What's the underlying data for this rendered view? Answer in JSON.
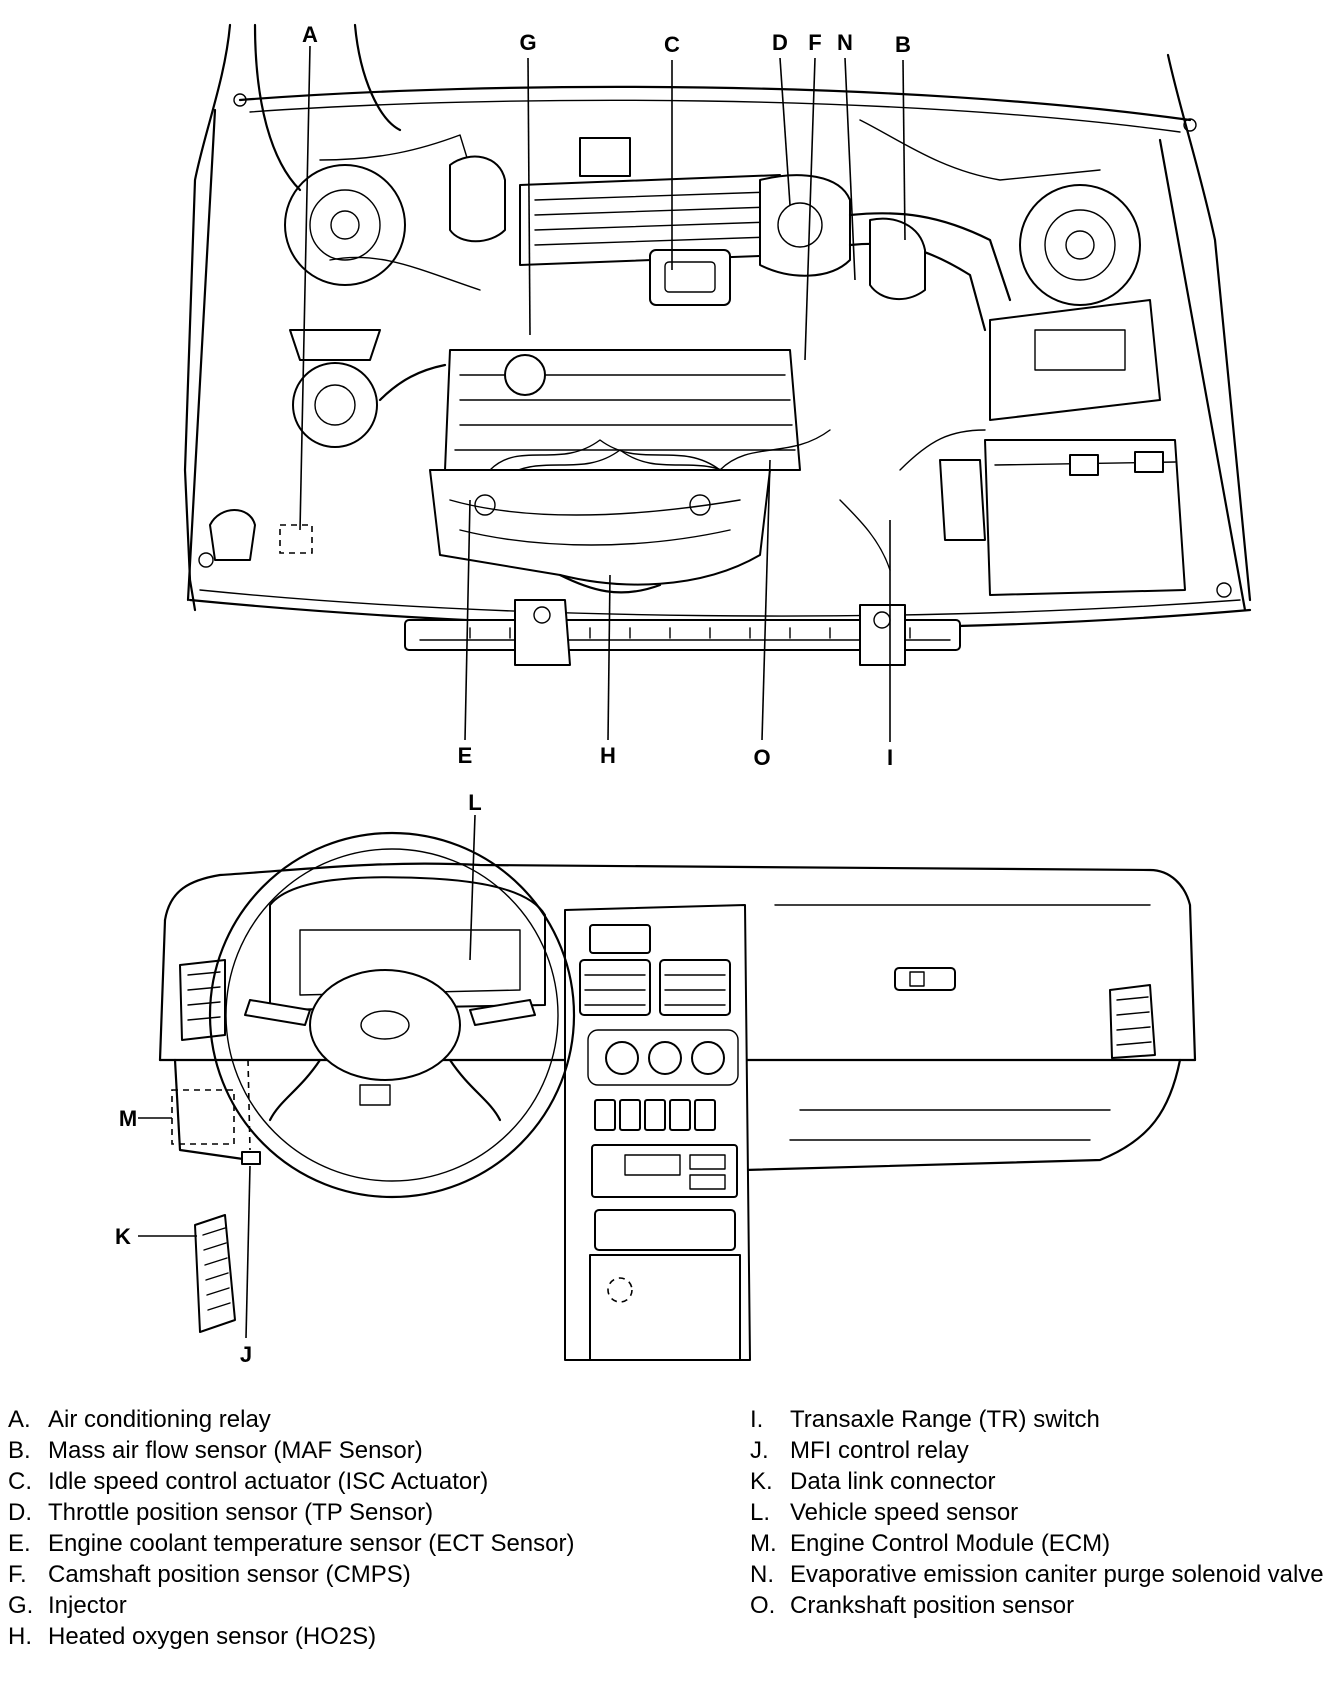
{
  "callouts": {
    "A": "A",
    "B": "B",
    "C": "C",
    "D": "D",
    "E": "E",
    "F": "F",
    "G": "G",
    "H": "H",
    "I": "I",
    "J": "J",
    "K": "K",
    "L": "L",
    "M": "M",
    "N": "N",
    "O": "O"
  },
  "legend": {
    "left": [
      {
        "key": "A.",
        "text": "Air conditioning relay"
      },
      {
        "key": "B.",
        "text": "Mass air flow sensor (MAF Sensor)"
      },
      {
        "key": "C.",
        "text": "Idle speed control actuator (ISC Actuator)"
      },
      {
        "key": "D.",
        "text": "Throttle position sensor (TP Sensor)"
      },
      {
        "key": "E.",
        "text": "Engine coolant temperature sensor (ECT Sensor)"
      },
      {
        "key": "F.",
        "text": "Camshaft position sensor (CMPS)"
      },
      {
        "key": "G.",
        "text": "Injector"
      },
      {
        "key": "H.",
        "text": "Heated oxygen sensor (HO2S)"
      }
    ],
    "right": [
      {
        "key": "I.",
        "text": "Transaxle Range (TR) switch"
      },
      {
        "key": "J.",
        "text": "MFI control relay"
      },
      {
        "key": "K.",
        "text": "Data link connector"
      },
      {
        "key": "L.",
        "text": "Vehicle speed sensor"
      },
      {
        "key": "M.",
        "text": "Engine Control Module (ECM)"
      },
      {
        "key": "N.",
        "text": "Evaporative emission caniter purge solenoid valve"
      },
      {
        "key": "O.",
        "text": "Crankshaft position sensor"
      }
    ]
  }
}
